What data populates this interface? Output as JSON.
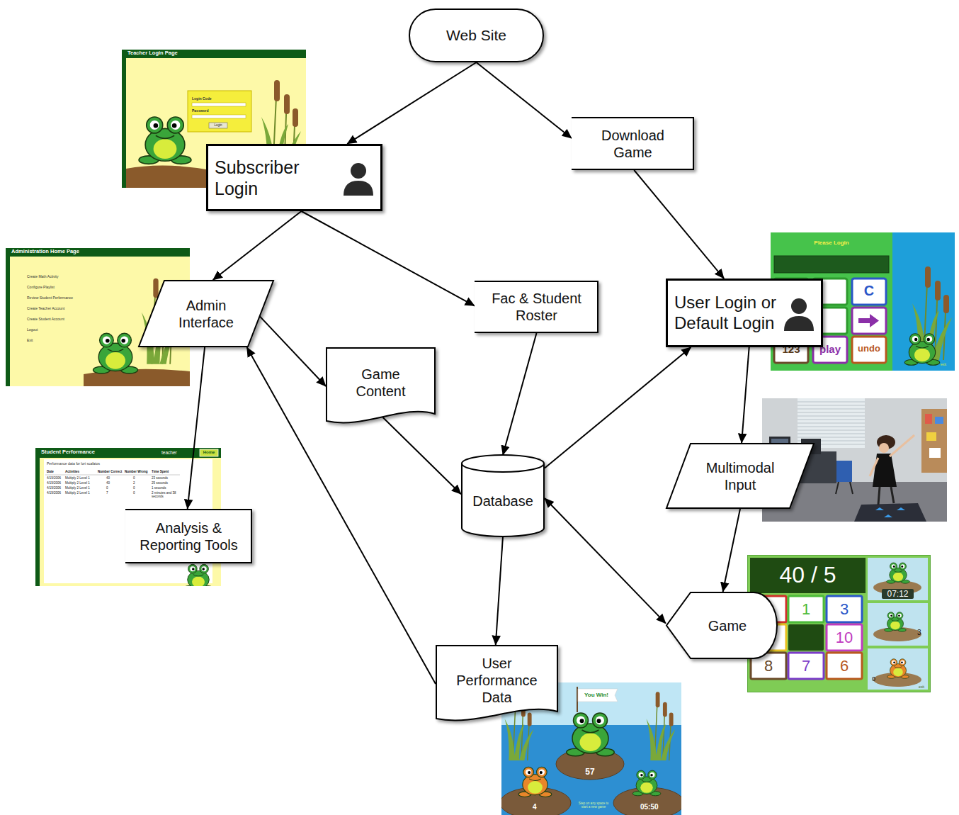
{
  "diagram": {
    "nodes": [
      {
        "text": [
          "Web Site"
        ]
      },
      {
        "text": [
          "Subscriber Login"
        ]
      },
      {
        "text": [
          "Download Game"
        ]
      },
      {
        "text": [
          "Admin Interface"
        ]
      },
      {
        "text": [
          "Fac & Student Roster"
        ]
      },
      {
        "text": [
          "User Login or Default Login"
        ]
      },
      {
        "text": [
          "Game Content"
        ]
      },
      {
        "text": [
          "Database"
        ]
      },
      {
        "text": [
          "Multimodal Input"
        ]
      },
      {
        "text": [
          "Analysis & Reporting Tools"
        ]
      },
      {
        "text": [
          "Game"
        ]
      },
      {
        "text": [
          "User Performance Data"
        ]
      }
    ],
    "edges": [
      {
        "from": 0,
        "to": 1,
        "arrow": "to"
      },
      {
        "from": 0,
        "to": 2,
        "arrow": "to"
      },
      {
        "from": 1,
        "to": 3,
        "arrow": "to"
      },
      {
        "from": 1,
        "to": 4,
        "arrow": "to"
      },
      {
        "from": 2,
        "to": 5,
        "arrow": "to"
      },
      {
        "from": 3,
        "to": 6,
        "arrow": "to"
      },
      {
        "from": 3,
        "to": 9,
        "arrow": "to"
      },
      {
        "from": 4,
        "to": 7,
        "arrow": "to"
      },
      {
        "from": 6,
        "to": 7,
        "arrow": "to"
      },
      {
        "from": 7,
        "to": 5,
        "arrow": "to"
      },
      {
        "from": 5,
        "to": 8,
        "arrow": "to"
      },
      {
        "from": 8,
        "to": 10,
        "arrow": "to"
      },
      {
        "from": 7,
        "to": 10,
        "arrow": "both"
      },
      {
        "from": 7,
        "to": 11,
        "arrow": "to"
      },
      {
        "from": 11,
        "to": 3,
        "arrow": "to"
      }
    ],
    "labels": [
      "Teacher Login Page",
      "Login Code",
      "Password",
      "Login",
      "Administration Home Page",
      "Create Math Activity",
      "Configure Playlist",
      "Review Student Performance",
      "Create Teacher Account",
      "Create Student Account",
      "Logout",
      "Exit",
      "Student Performance",
      "teacher",
      "Home",
      "Performance data for lori scafatos",
      "Date",
      "Activities",
      "Number Correct",
      "Number Wrong",
      "Time Spent",
      "4/19/2006",
      "Multiply 2 Level 1",
      "40",
      "0",
      "23 seconds",
      "4/19/2006",
      "Multiply 2 Level 1",
      "40",
      "2",
      "25 seconds",
      "4/19/2006",
      "Multiply 2 Level 1",
      "0",
      "0",
      "1 seconds",
      "4/19/2006",
      "Multiply 2 Level 1",
      "7",
      "0",
      "2 minutes and 38 seconds",
      "Please Login",
      "C",
      "123",
      "play",
      "undo",
      "exit",
      "40 / 5",
      "1",
      "3",
      "10",
      "8",
      "7",
      "6",
      "07:12",
      "3",
      "0",
      "exit",
      "You Win!",
      "57",
      "4",
      "05:50",
      "Step on any space to start a new game"
    ]
  }
}
